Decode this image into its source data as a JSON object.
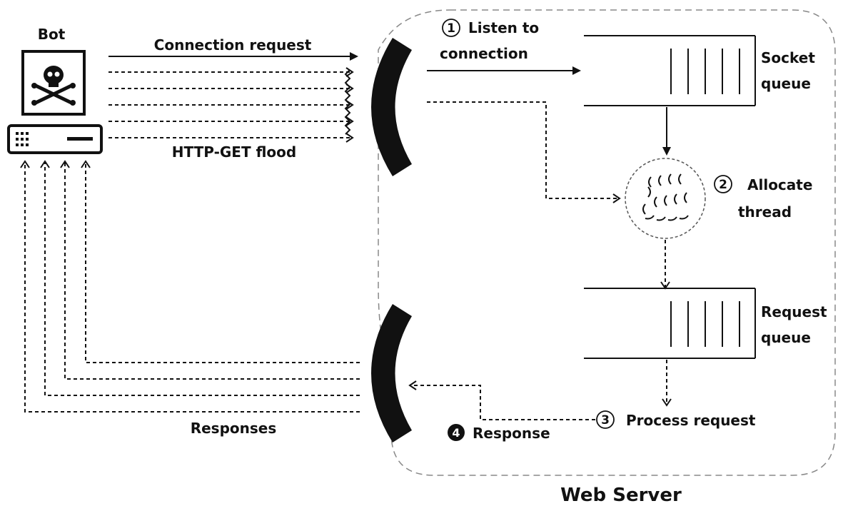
{
  "bot": {
    "label": "Bot"
  },
  "arrows": {
    "connection_request": "Connection request",
    "http_get_flood": "HTTP-GET flood",
    "responses": "Responses"
  },
  "steps": {
    "s1": {
      "number": "1",
      "line1": "Listen to",
      "line2": "connection"
    },
    "s2": {
      "number": "2",
      "line1": "Allocate",
      "line2": "thread"
    },
    "s3": {
      "number": "3",
      "text": "Process request"
    },
    "s4": {
      "number": "4",
      "text": "Response"
    }
  },
  "queues": {
    "socket": {
      "line1": "Socket",
      "line2": "queue"
    },
    "request": {
      "line1": "Request",
      "line2": "queue"
    }
  },
  "server": {
    "label": "Web Server"
  }
}
